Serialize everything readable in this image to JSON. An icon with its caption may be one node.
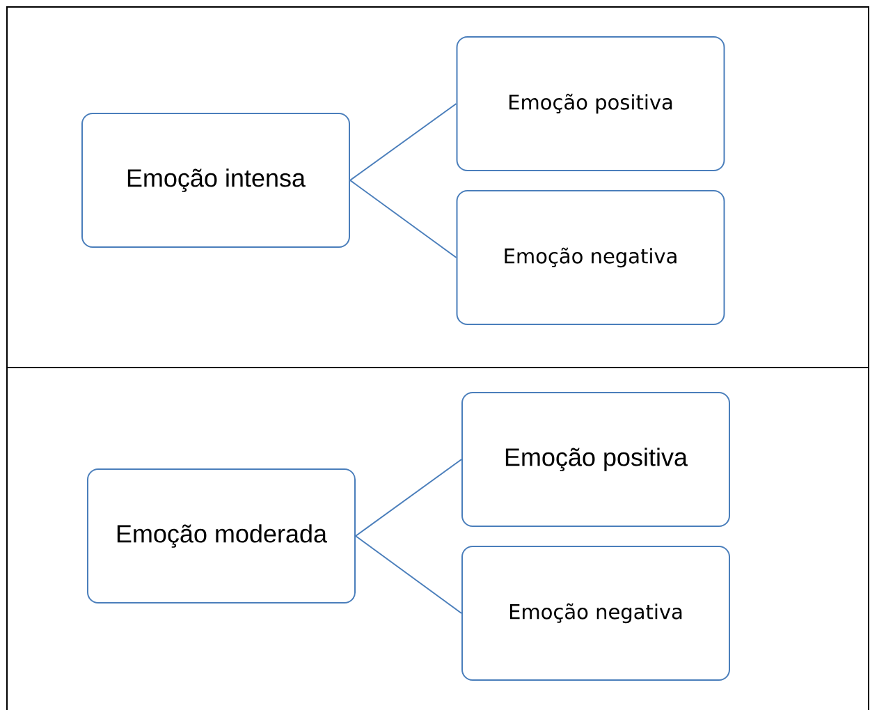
{
  "diagram": {
    "nodes": [
      {
        "text": [
          "Emoção intensa"
        ]
      },
      {
        "text": [
          "Emoção positiva"
        ]
      },
      {
        "text": [
          "Emoção negativa"
        ]
      },
      {
        "text": [
          "Emoção moderada"
        ]
      },
      {
        "text": [
          "Emoção positiva"
        ]
      },
      {
        "text": [
          "Emoção negativa"
        ]
      }
    ],
    "edges": [
      {
        "from": 0,
        "to": 1,
        "arrow": "none"
      },
      {
        "from": 0,
        "to": 2,
        "arrow": "none"
      },
      {
        "from": 3,
        "to": 4,
        "arrow": "none"
      },
      {
        "from": 3,
        "to": 5,
        "arrow": "none"
      }
    ]
  }
}
